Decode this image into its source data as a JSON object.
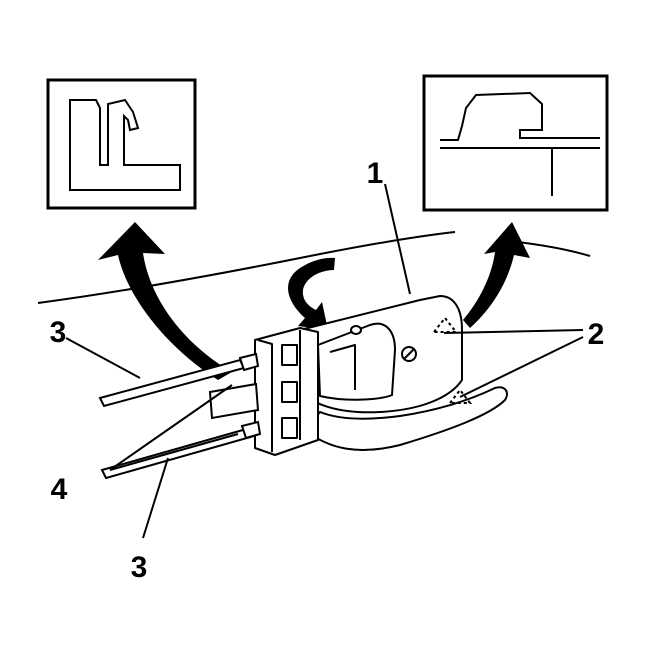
{
  "callouts": {
    "c1": "1",
    "c2": "2",
    "c3_top": "3",
    "c3_bottom": "3",
    "c4": "4"
  },
  "colors": {
    "line": "#000000",
    "fill": "#ffffff",
    "arrow": "#000000"
  }
}
